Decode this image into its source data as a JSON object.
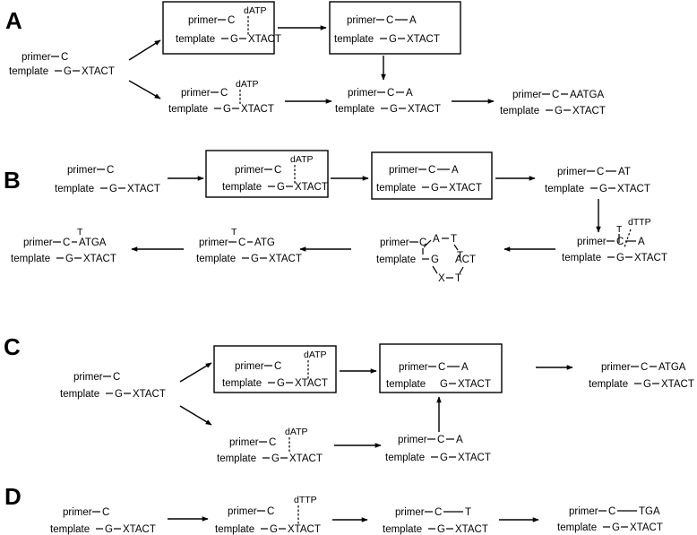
{
  "panels": {
    "a": {
      "label": "A"
    },
    "b": {
      "label": "B"
    },
    "c": {
      "label": "C"
    },
    "d": {
      "label": "D"
    }
  },
  "text": {
    "primer": "primer",
    "template": "template",
    "c": "C",
    "g": "G",
    "a": "A",
    "t": "T",
    "x": "X",
    "xtact": "XTACT",
    "dATP": "dATP",
    "dTTP": "dTTP",
    "aatga": "AATGA",
    "at": "AT",
    "atg": "ATG",
    "atga": "ATGA",
    "act": "ACT",
    "tga": "TGA"
  }
}
